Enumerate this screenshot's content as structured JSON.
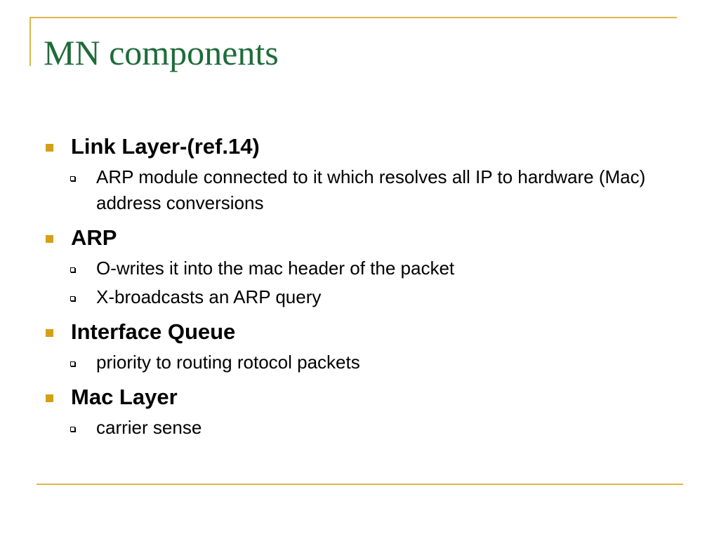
{
  "slide": {
    "title": "MN components",
    "items": [
      {
        "label": "Link Layer-(ref.14)",
        "subitems": [
          "ARP module connected to it which resolves all IP to hardware (Mac) address conversions"
        ]
      },
      {
        "label": "ARP",
        "subitems": [
          "O-writes it into the mac header of the packet",
          "X-broadcasts an ARP query"
        ]
      },
      {
        "label": "Interface Queue",
        "subitems": [
          "priority to routing rotocol packets"
        ]
      },
      {
        "label": "Mac Layer",
        "subitems": [
          "carrier sense"
        ]
      }
    ]
  },
  "colors": {
    "title": "#1e6b3a",
    "accent_rule": "#e0b54a",
    "bullet": "#d4a017"
  }
}
